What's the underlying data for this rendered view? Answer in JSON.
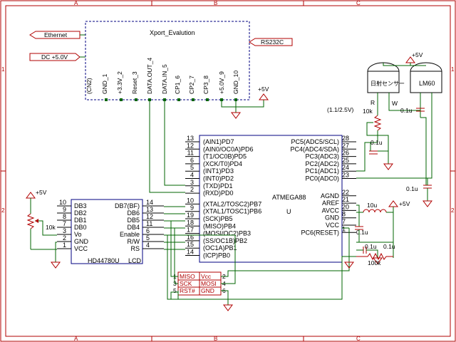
{
  "frame": {
    "cols": [
      "A",
      "B",
      "C"
    ],
    "rows": [
      "1",
      "2"
    ]
  },
  "ports": {
    "ethernet": "Ethernet",
    "dc5v": "DC +5.0V",
    "rs232c": "RS232C"
  },
  "xport": {
    "title": "Xport_Evalution",
    "pins": [
      "(CN2)",
      "GND_1",
      "+3.3V_2",
      "Reset_3",
      "DATA.OUT_4",
      "DATA.IN_5",
      "CP1_6",
      "CP2_7",
      "CP3_8",
      "+5.0V_9",
      "GND_10"
    ]
  },
  "power": {
    "p5v_a": "+5V",
    "p5v_b": "+5V",
    "p5v_c": "+5V",
    "p5v_d": "+5V"
  },
  "atmega": {
    "name": "ATMEGA88",
    "unit": "U",
    "left_pins": [
      {
        "num": "13",
        "name": "(AIN1)PD7"
      },
      {
        "num": "12",
        "name": "(AIN0/OC0A)PD6"
      },
      {
        "num": "11",
        "name": "(T1/OC0B)PD5"
      },
      {
        "num": "6",
        "name": "(XCK/T0)PD4"
      },
      {
        "num": "5",
        "name": "(INT1)PD3"
      },
      {
        "num": "4",
        "name": "(INT0)PD2"
      },
      {
        "num": "3",
        "name": "(TXD)PD1"
      },
      {
        "num": "2",
        "name": "(RXD)PD0"
      },
      {
        "num": "10",
        "name": "(XTAL2/TOSC2)PB7"
      },
      {
        "num": "9",
        "name": "(XTAL1/TOSC1)PB6"
      },
      {
        "num": "19",
        "name": "(SCK)PB5"
      },
      {
        "num": "18",
        "name": "(MISO)PB4"
      },
      {
        "num": "17",
        "name": "(MOSI/OC2)PB3"
      },
      {
        "num": "16",
        "name": "(SS/OC1B)PB2"
      },
      {
        "num": "15",
        "name": "(OC1A)PB1"
      },
      {
        "num": "14",
        "name": "(ICP)PB0"
      }
    ],
    "right_pins": [
      {
        "num": "28",
        "name": "PC5(ADC5/SCL)"
      },
      {
        "num": "27",
        "name": "PC4(ADC4/SDA)"
      },
      {
        "num": "26",
        "name": "PC3(ADC3)"
      },
      {
        "num": "25",
        "name": "PC2(ADC2)"
      },
      {
        "num": "24",
        "name": "PC1(ADC1)"
      },
      {
        "num": "23",
        "name": "PC0(ADC0)"
      },
      {
        "num": "22",
        "name": "AGND"
      },
      {
        "num": "21",
        "name": "AREF"
      },
      {
        "num": "20",
        "name": "AVCC"
      },
      {
        "num": "8",
        "name": "GND"
      },
      {
        "num": "7",
        "name": "VCC"
      },
      {
        "num": "1",
        "name": "PC6(RESET)"
      }
    ]
  },
  "lcd": {
    "name": "HD44780U",
    "type": "LCD",
    "left_pins": [
      {
        "num": "10",
        "name": "DB3"
      },
      {
        "num": "9",
        "name": "DB2"
      },
      {
        "num": "8",
        "name": "DB1"
      },
      {
        "num": "7",
        "name": "DB0"
      },
      {
        "num": "3",
        "name": "Vo"
      },
      {
        "num": "2",
        "name": "GND"
      },
      {
        "num": "1",
        "name": "VCC"
      }
    ],
    "right_pins": [
      {
        "num": "14",
        "name": "DB7(BF)"
      },
      {
        "num": "13",
        "name": "DB6"
      },
      {
        "num": "12",
        "name": "DB5"
      },
      {
        "num": "11",
        "name": "DB4"
      },
      {
        "num": "6",
        "name": "Enable"
      },
      {
        "num": "5",
        "name": "R/W"
      },
      {
        "num": "4",
        "name": "RS"
      }
    ]
  },
  "isp": {
    "pins": [
      {
        "num": "1",
        "name": "MISO"
      },
      {
        "num": "2",
        "name": "Vcc"
      },
      {
        "num": "3",
        "name": "SCK"
      },
      {
        "num": "4",
        "name": "MOSI"
      },
      {
        "num": "5",
        "name": "RST#"
      },
      {
        "num": "6",
        "name": "GND"
      }
    ]
  },
  "sensors": {
    "s1": "日射センサー",
    "s2": "LM60",
    "w": "W"
  },
  "components": {
    "r_label": "R",
    "r_range": "(1.1/2.5V)",
    "r_value": "10k",
    "pot_lcd": "10k",
    "c1": "0.1u",
    "c2": "0.1u",
    "c3": "0.1u",
    "c4": "0.1u",
    "c5": "0.1u",
    "c6": "0.1u",
    "inductor": "10u",
    "r_reset": "100k"
  }
}
